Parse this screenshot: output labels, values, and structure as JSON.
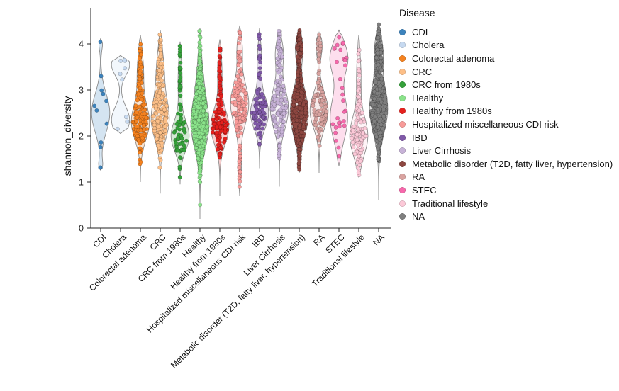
{
  "legend": {
    "title": "Disease"
  },
  "chart_data": {
    "type": "violin",
    "subtype": "violin with sina-jittered points, one violin per category, colored by Disease",
    "title": "",
    "xlabel": "",
    "ylabel": "shannon_diversity",
    "ylim": [
      0,
      4.5
    ],
    "y_ticks": [
      0,
      1,
      2,
      3,
      4
    ],
    "grid": false,
    "legend_position": "right",
    "legend_title": "Disease",
    "categories": [
      {
        "label": "CDI",
        "color": "#3c83bd",
        "n": 12,
        "min": 1.25,
        "max": 4.12,
        "median_approx": 2.5,
        "modes": [
          {
            "mu": 2.5,
            "sd": 0.38,
            "w": 0.84
          },
          {
            "mu": 4.05,
            "sd": 0.07,
            "w": 0.08
          },
          {
            "mu": 1.32,
            "sd": 0.07,
            "w": 0.08
          }
        ]
      },
      {
        "label": "Cholera",
        "color": "#c6d9f0",
        "n": 9,
        "min": 2.05,
        "max": 3.75,
        "median_approx": 2.9,
        "modes": [
          {
            "mu": 3.55,
            "sd": 0.15,
            "w": 0.45
          },
          {
            "mu": 2.35,
            "sd": 0.22,
            "w": 0.55
          }
        ]
      },
      {
        "label": "Colorectal adenoma",
        "color": "#f5821f",
        "n": 170,
        "min": 1.0,
        "max": 4.2,
        "median_approx": 2.4,
        "modes": [
          {
            "mu": 2.3,
            "sd": 0.35,
            "w": 0.72
          },
          {
            "mu": 3.4,
            "sd": 0.4,
            "w": 0.28
          }
        ]
      },
      {
        "label": "CRC",
        "color": "#fdbf87",
        "n": 230,
        "min": 0.75,
        "max": 4.3,
        "median_approx": 2.4,
        "modes": [
          {
            "mu": 2.35,
            "sd": 0.4,
            "w": 0.68
          },
          {
            "mu": 3.4,
            "sd": 0.45,
            "w": 0.32
          }
        ]
      },
      {
        "label": "CRC from 1980s",
        "color": "#35a13a",
        "n": 70,
        "min": 0.95,
        "max": 4.05,
        "median_approx": 2.0,
        "modes": [
          {
            "mu": 2.0,
            "sd": 0.28,
            "w": 0.75
          },
          {
            "mu": 3.2,
            "sd": 0.45,
            "w": 0.25
          }
        ]
      },
      {
        "label": "Healthy",
        "color": "#8ae38a",
        "n": 620,
        "min": 0.2,
        "max": 4.35,
        "median_approx": 2.3,
        "modes": [
          {
            "mu": 2.25,
            "sd": 0.5,
            "w": 0.8
          },
          {
            "mu": 3.3,
            "sd": 0.45,
            "w": 0.2
          }
        ]
      },
      {
        "label": "Healthy from 1980s",
        "color": "#e5211e",
        "n": 130,
        "min": 0.7,
        "max": 4.1,
        "median_approx": 2.2,
        "modes": [
          {
            "mu": 2.2,
            "sd": 0.33,
            "w": 0.78
          },
          {
            "mu": 3.4,
            "sd": 0.4,
            "w": 0.22
          }
        ]
      },
      {
        "label": "Hospitalized miscellaneous CDI risk",
        "color": "#f89b99",
        "n": 140,
        "min": 0.7,
        "max": 4.4,
        "median_approx": 2.7,
        "modes": [
          {
            "mu": 2.7,
            "sd": 0.42,
            "w": 0.76
          },
          {
            "mu": 1.35,
            "sd": 0.25,
            "w": 0.1
          },
          {
            "mu": 3.9,
            "sd": 0.25,
            "w": 0.14
          }
        ]
      },
      {
        "label": "IBD",
        "color": "#8059a8",
        "n": 90,
        "min": 1.3,
        "max": 4.35,
        "median_approx": 2.5,
        "modes": [
          {
            "mu": 2.5,
            "sd": 0.3,
            "w": 0.78
          },
          {
            "mu": 3.6,
            "sd": 0.35,
            "w": 0.22
          }
        ]
      },
      {
        "label": "Liver Cirrhosis",
        "color": "#c7b2d7",
        "n": 160,
        "min": 0.9,
        "max": 4.3,
        "median_approx": 2.6,
        "modes": [
          {
            "mu": 2.6,
            "sd": 0.42,
            "w": 0.78
          },
          {
            "mu": 3.8,
            "sd": 0.25,
            "w": 0.22
          }
        ]
      },
      {
        "label": "Metabolic disorder (T2D, fatty liver, hypertension)",
        "color": "#8d4741",
        "n": 420,
        "min": 1.2,
        "max": 4.3,
        "median_approx": 2.5,
        "modes": [
          {
            "mu": 2.5,
            "sd": 0.48,
            "w": 0.82
          },
          {
            "mu": 3.9,
            "sd": 0.22,
            "w": 0.18
          }
        ]
      },
      {
        "label": "RA",
        "color": "#d9a3a0",
        "n": 110,
        "min": 1.2,
        "max": 4.25,
        "median_approx": 2.55,
        "modes": [
          {
            "mu": 2.55,
            "sd": 0.34,
            "w": 0.82
          },
          {
            "mu": 3.95,
            "sd": 0.18,
            "w": 0.18
          }
        ]
      },
      {
        "label": "STEC",
        "color": "#f668ab",
        "n": 30,
        "min": 1.35,
        "max": 4.3,
        "median_approx": 3.0,
        "modes": [
          {
            "mu": 3.7,
            "sd": 0.3,
            "w": 0.42
          },
          {
            "mu": 2.4,
            "sd": 0.45,
            "w": 0.58
          }
        ]
      },
      {
        "label": "Traditional lifestyle",
        "color": "#fcc9d8",
        "n": 130,
        "min": 1.1,
        "max": 4.2,
        "median_approx": 2.1,
        "modes": [
          {
            "mu": 2.0,
            "sd": 0.38,
            "w": 0.78
          },
          {
            "mu": 3.3,
            "sd": 0.45,
            "w": 0.22
          }
        ]
      },
      {
        "label": "NA",
        "color": "#7f7f7f",
        "n": 680,
        "min": 0.6,
        "max": 4.45,
        "median_approx": 2.7,
        "modes": [
          {
            "mu": 2.6,
            "sd": 0.5,
            "w": 0.78
          },
          {
            "mu": 3.85,
            "sd": 0.3,
            "w": 0.22
          }
        ]
      }
    ]
  }
}
